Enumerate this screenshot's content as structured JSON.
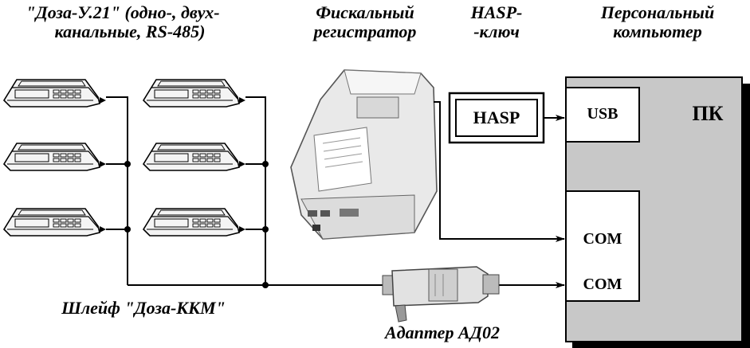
{
  "headers": {
    "doza_line1": "\"Доза-У.21\" (одно-, двух-",
    "doza_line2": "канальные, RS-485)",
    "fiscal_line1": "Фискальный",
    "fiscal_line2": "регистратор",
    "hasp_line1": "HASP-",
    "hasp_line2": "-ключ",
    "pc_line1": "Персональный",
    "pc_line2": "компьютер"
  },
  "boxes": {
    "hasp": "HASP",
    "usb": "USB",
    "pc": "ПК",
    "com1": "COM",
    "com2": "COM"
  },
  "captions": {
    "loop": "Шлейф \"Доза-ККМ\"",
    "adapter": "Адаптер АД02"
  },
  "colors": {
    "pc_fill": "#c8c8c8",
    "shadow": "#000000",
    "device_body": "#ececec"
  }
}
